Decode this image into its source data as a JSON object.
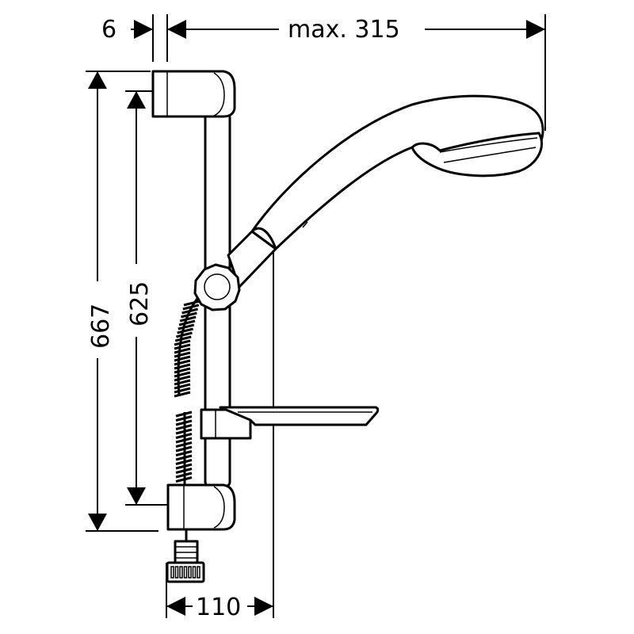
{
  "dimensions": {
    "rail_offset": "6",
    "max_reach": "max. 315",
    "total_height": "667",
    "bracket_spacing": "625",
    "outlet_distance": "110"
  }
}
